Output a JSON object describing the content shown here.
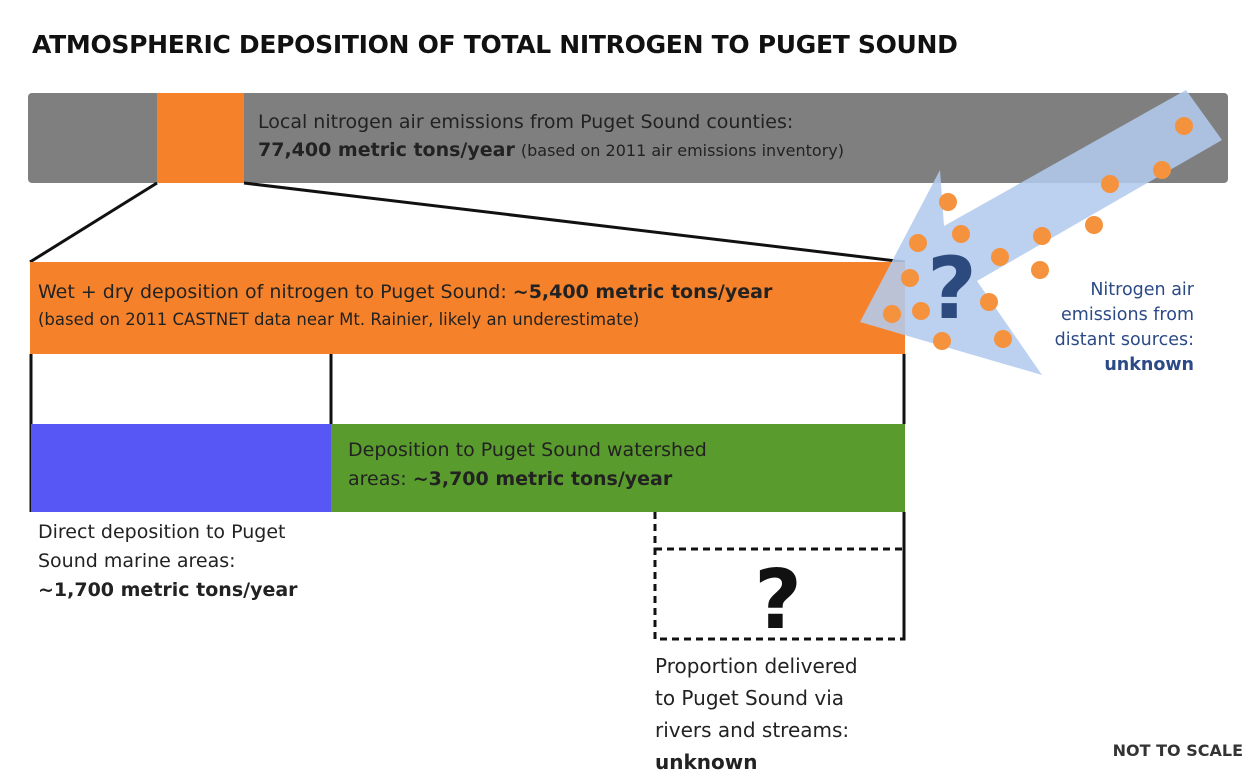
{
  "title": "ATMOSPHERIC DEPOSITION OF TOTAL NITROGEN TO PUGET SOUND",
  "local_emissions": {
    "line1": "Local nitrogen air emissions from Puget Sound counties:",
    "amount": "77,400 metric tons/year",
    "note": "(based on 2011 air emissions inventory)"
  },
  "wet_dry_deposition": {
    "label": "Wet + dry deposition of nitrogen to Puget Sound:",
    "amount": "~5,400 metric tons/year",
    "note": "(based on 2011 CASTNET data near Mt. Rainier, likely an underestimate)"
  },
  "watershed_deposition": {
    "line1": "Deposition to Puget Sound watershed",
    "line2_prefix": "areas:",
    "amount": "~3,700 metric tons/year"
  },
  "direct_deposition": {
    "line1": "Direct deposition to Puget",
    "line2": "Sound marine areas:",
    "amount": "~1,700 metric tons/year"
  },
  "proportion_delivered": {
    "line1": "Proportion delivered",
    "line2": "to Puget Sound via",
    "line3": "rivers and streams:",
    "value": "unknown",
    "symbol": "?"
  },
  "distant_sources": {
    "line1": "Nitrogen air",
    "line2": "emissions from",
    "line3": "distant sources:",
    "value": "unknown",
    "symbol": "?"
  },
  "footer_note": "NOT TO SCALE",
  "colors": {
    "gray_bar": "#7f7f7f",
    "orange": "#f5822b",
    "blue": "#5757f5",
    "green": "#5a9b2d",
    "arrow_fill": "#b3cbee",
    "dots": "#f5923e",
    "question_dark": "#2c4a7e"
  }
}
